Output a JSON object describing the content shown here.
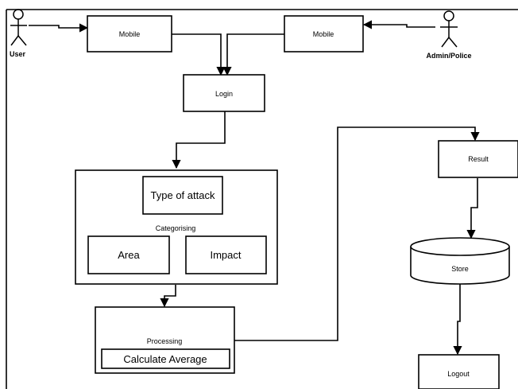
{
  "actors": {
    "user": "User",
    "admin": "Admin/Police"
  },
  "nodes": {
    "mobile_left": "Mobile",
    "mobile_right": "Mobile",
    "login": "Login",
    "type_of_attack": "Type of attack",
    "categorising": "Categorising",
    "area": "Area",
    "impact": "Impact",
    "processing": "Processing",
    "calculate_average": "Calculate Average",
    "result": "Result",
    "store": "Store",
    "logout": "Logout"
  },
  "colors": {
    "stroke": "#000000",
    "background": "#ffffff"
  }
}
